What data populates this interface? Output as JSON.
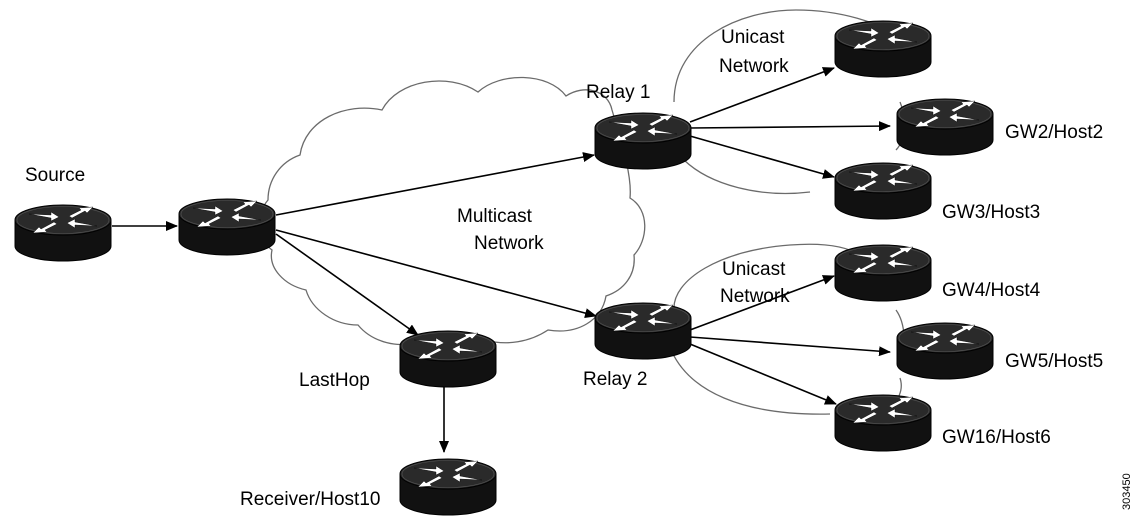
{
  "labels": {
    "source": "Source",
    "relay1": "Relay 1",
    "relay2": "Relay 2",
    "lasthop": "LastHop",
    "receiver": "Receiver/Host10",
    "multicast_network": [
      "Multicast",
      "Network"
    ],
    "unicast_network_top": [
      "Unicast",
      "Network"
    ],
    "unicast_network_bottom": [
      "Unicast",
      "Network"
    ],
    "gw2": "GW2/Host2",
    "gw3": "GW3/Host3",
    "gw4": "GW4/Host4",
    "gw5": "GW5/Host5",
    "gw16": "GW16/Host6",
    "figure_id": "303450"
  },
  "routers": [
    {
      "id": "source",
      "icon": "router-icon"
    },
    {
      "id": "first-hop",
      "icon": "router-icon"
    },
    {
      "id": "relay1",
      "icon": "router-icon"
    },
    {
      "id": "relay2",
      "icon": "router-icon"
    },
    {
      "id": "lasthop",
      "icon": "router-icon"
    },
    {
      "id": "receiver",
      "icon": "router-icon"
    },
    {
      "id": "gw1",
      "icon": "router-icon"
    },
    {
      "id": "gw2",
      "icon": "router-icon"
    },
    {
      "id": "gw3",
      "icon": "router-icon"
    },
    {
      "id": "gw4",
      "icon": "router-icon"
    },
    {
      "id": "gw5",
      "icon": "router-icon"
    },
    {
      "id": "gw16",
      "icon": "router-icon"
    }
  ],
  "links": [
    {
      "from": "source",
      "to": "first-hop"
    },
    {
      "from": "first-hop",
      "to": "relay1"
    },
    {
      "from": "first-hop",
      "to": "relay2"
    },
    {
      "from": "first-hop",
      "to": "lasthop"
    },
    {
      "from": "lasthop",
      "to": "receiver"
    },
    {
      "from": "relay1",
      "to": "gw1"
    },
    {
      "from": "relay1",
      "to": "gw2"
    },
    {
      "from": "relay1",
      "to": "gw3"
    },
    {
      "from": "relay2",
      "to": "gw4"
    },
    {
      "from": "relay2",
      "to": "gw5"
    },
    {
      "from": "relay2",
      "to": "gw16"
    }
  ],
  "colors": {
    "router_body": "#000000",
    "router_arrows": "#ffffff",
    "line": "#000000",
    "cloud_outline": "#6b6b6b",
    "background": "#ffffff"
  }
}
